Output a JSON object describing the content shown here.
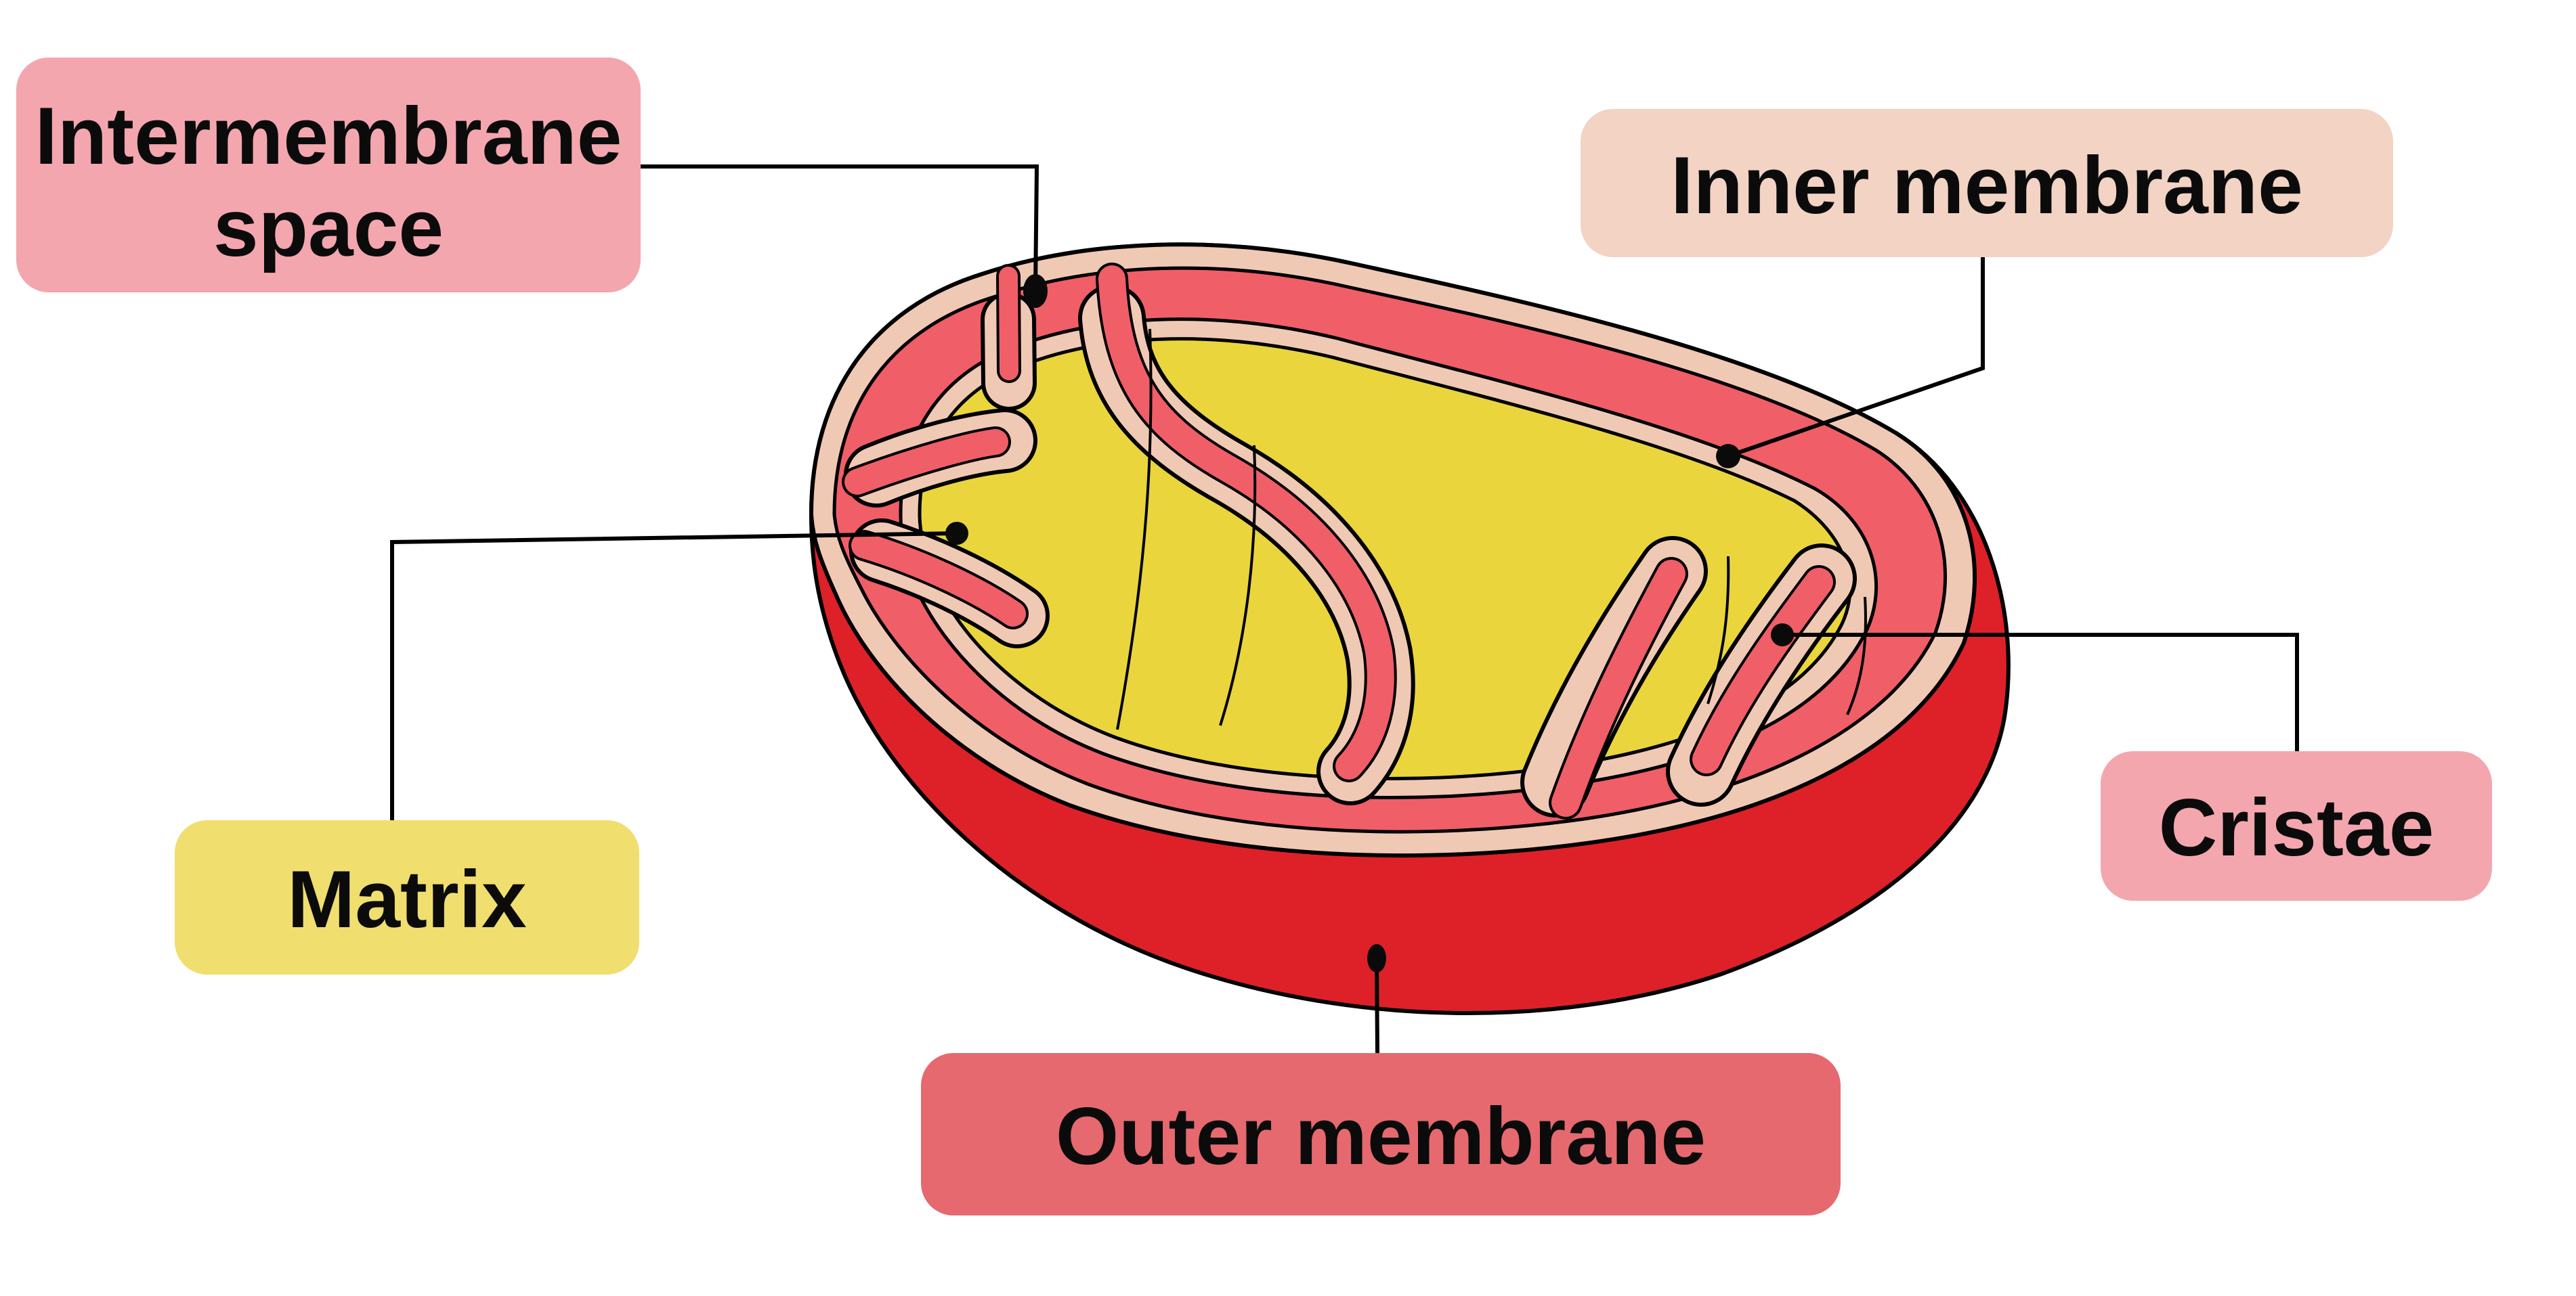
{
  "diagram": {
    "subject": "Mitochondrion structure diagram",
    "background": "#ffffff"
  },
  "colors": {
    "outline": "#000000",
    "leader_line": "#000000",
    "body_red": "#DE2129",
    "intermembrane_coral": "#F05E68",
    "membrane_peach": "#F0C9B4",
    "matrix_yellow": "#EAD53D"
  },
  "labels": {
    "intermembrane_space": {
      "text": "Intermembrane space",
      "line1": "Intermembrane",
      "line2": "space",
      "box_color": "#F4A6AF"
    },
    "inner_membrane": {
      "text": "Inner membrane",
      "box_color": "#F2D3C4"
    },
    "matrix": {
      "text": "Matrix",
      "box_color": "#F0DE6E"
    },
    "outer_membrane": {
      "text": "Outer membrane",
      "box_color": "#E5696F"
    },
    "cristae": {
      "text": "Cristae",
      "box_color": "#F4A6AF"
    }
  }
}
